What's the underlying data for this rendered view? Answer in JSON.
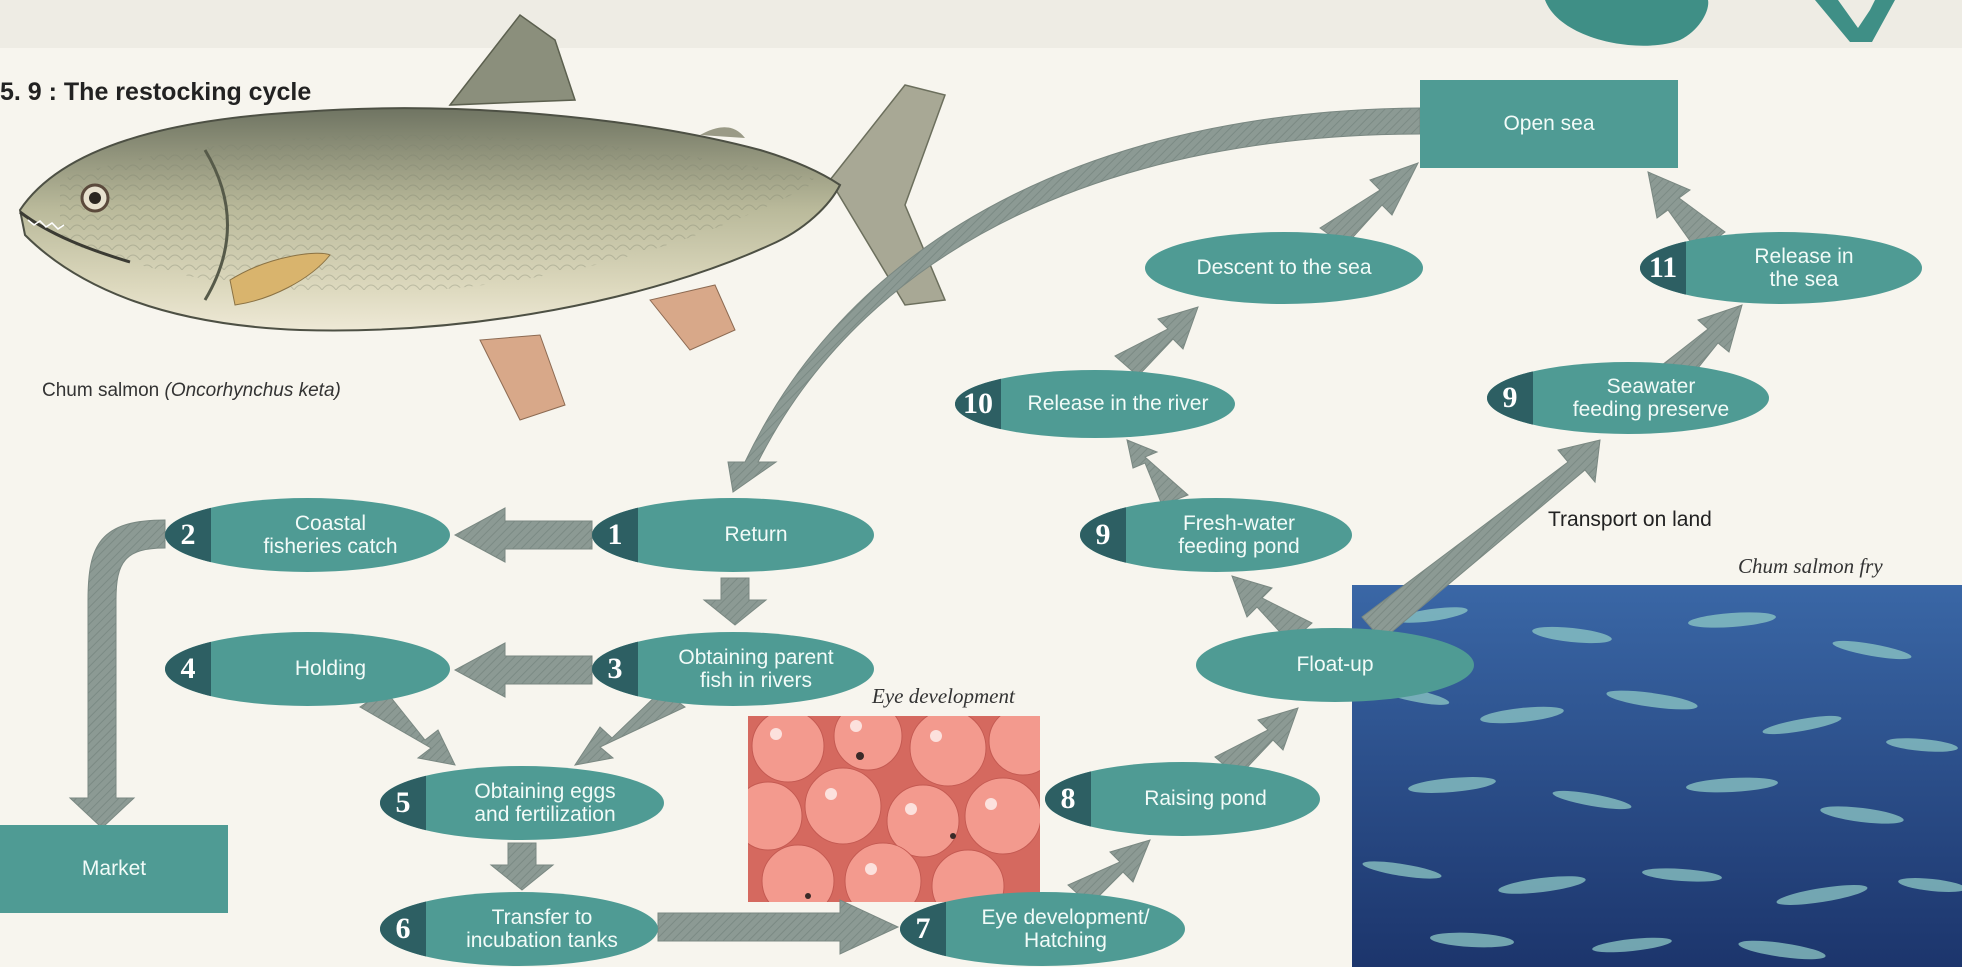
{
  "figure_title": "5. 9 : The restocking cycle",
  "species_caption_common": "Chum salmon",
  "species_caption_latin": "(Oncorhynchus keta)",
  "eggs_photo_caption": "Eye development",
  "fry_photo_caption": "Chum salmon fry",
  "transport_label": "Transport on land",
  "boxes": {
    "open_sea": "Open sea",
    "market": "Market"
  },
  "nodes": {
    "return": {
      "num": "1",
      "label": "Return"
    },
    "coastal": {
      "num": "2",
      "label": "Coastal\nfisheries catch"
    },
    "parent": {
      "num": "3",
      "label": "Obtaining parent\nfish in rivers"
    },
    "holding": {
      "num": "4",
      "label": "Holding"
    },
    "eggs": {
      "num": "5",
      "label": "Obtaining eggs\nand fertilization"
    },
    "transfer": {
      "num": "6",
      "label": "Transfer to\nincubation tanks"
    },
    "hatching": {
      "num": "7",
      "label": "Eye development/\nHatching"
    },
    "raising": {
      "num": "8",
      "label": "Raising pond"
    },
    "floatup": {
      "label": "Float-up"
    },
    "freshwater": {
      "num": "9",
      "label": "Fresh-water\nfeeding pond"
    },
    "release_river": {
      "num": "10",
      "label": "Release in the river"
    },
    "descent": {
      "label": "Descent to the sea"
    },
    "seawater": {
      "num": "9",
      "label": "Seawater\nfeeding preserve"
    },
    "release_sea": {
      "num": "11",
      "label": "Release in\nthe sea"
    }
  },
  "colors": {
    "node": "#4f9b94",
    "number_tab": "#2d5f63",
    "arrow": "#8c9a94",
    "background": "#f7f5ee"
  }
}
